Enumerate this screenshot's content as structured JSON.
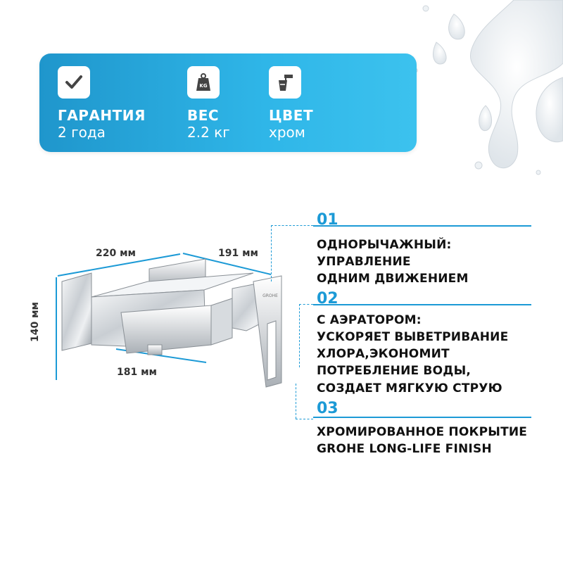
{
  "banner": {
    "warranty": {
      "title": "ГАРАНТИЯ",
      "value": "2 года",
      "icon": "checkmark-icon"
    },
    "weight": {
      "title": "ВЕС",
      "value": "2.2 кг",
      "icon": "weight-kg-icon",
      "icon_text": "KG"
    },
    "color": {
      "title": "ЦВЕТ",
      "value": "хром",
      "icon": "paint-bucket-icon"
    }
  },
  "dimensions": {
    "width": "220 мм",
    "depth": "191 мм",
    "height": "140 мм",
    "spout": "181 мм"
  },
  "product": {
    "brand_mark": "GROHE"
  },
  "features": [
    {
      "number": "01",
      "lines": [
        "ОДНОРЫЧАЖНЫЙ:",
        "УПРАВЛЕНИЕ",
        "ОДНИМ ДВИЖЕНИЕМ"
      ]
    },
    {
      "number": "02",
      "lines": [
        "С АЭРАТОРОМ:",
        "УСКОРЯЕТ ВЫВЕТРИВАНИЕ",
        "ХЛОРА,ЭКОНОМИТ",
        "ПОТРЕБЛЕНИЕ ВОДЫ,",
        "СОЗДАЕТ МЯГКУЮ СТРУЮ"
      ]
    },
    {
      "number": "03",
      "lines": [
        "ХРОМИРОВАННОЕ ПОКРЫТИЕ",
        "GROHE LONG-LIFE FINISH"
      ]
    }
  ],
  "colors": {
    "accent": "#1c9ad6",
    "banner_start": "#1f96cc",
    "banner_end": "#3cc2ee",
    "text": "#111111"
  }
}
